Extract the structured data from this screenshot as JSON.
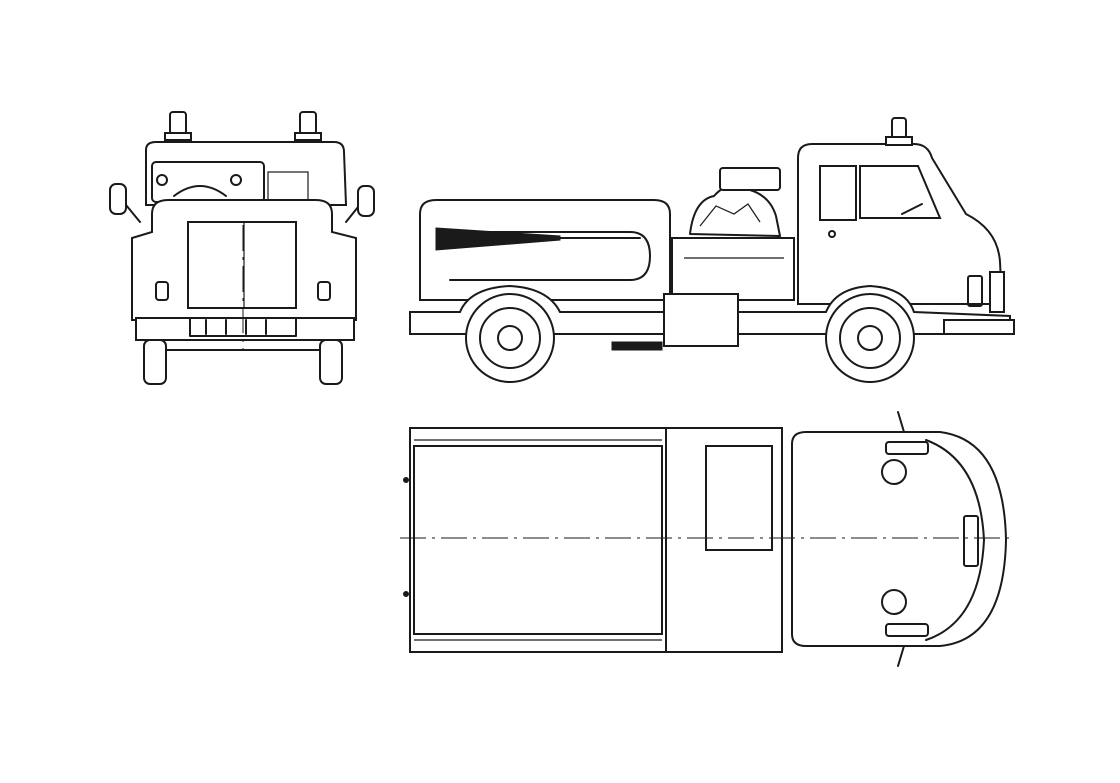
{
  "drawing": {
    "subject": "",
    "colors": {
      "line": "#1a1a1a",
      "background": "#ffffff"
    },
    "views": [
      {
        "id": "rear",
        "name": ""
      },
      {
        "id": "side",
        "name": ""
      },
      {
        "id": "top",
        "name": ""
      }
    ]
  }
}
